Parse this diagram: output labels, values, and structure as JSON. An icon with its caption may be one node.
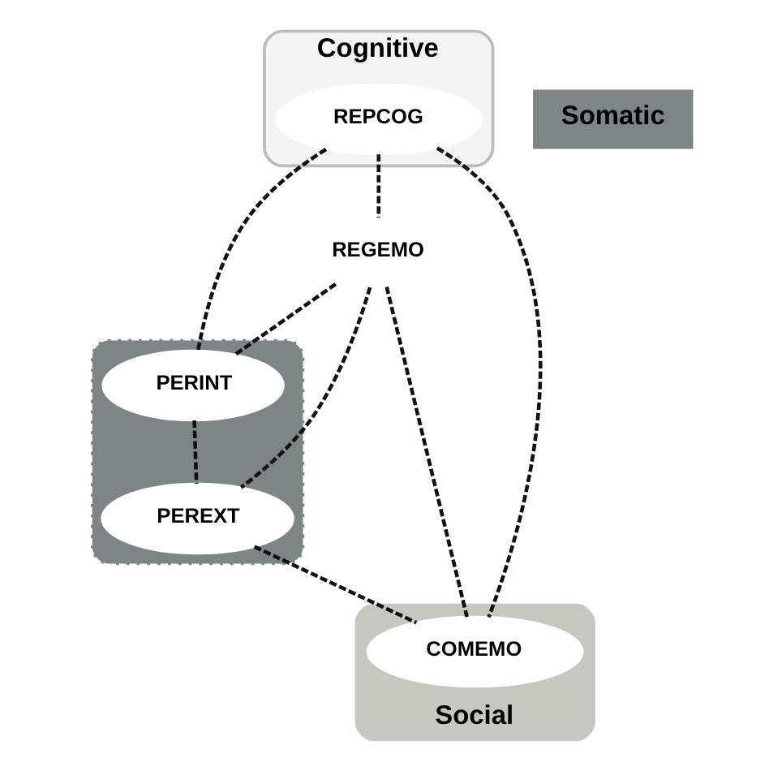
{
  "diagram": {
    "nodes": [
      {
        "text": [
          "Cognitive"
        ]
      },
      {
        "text": [
          "REPCOG"
        ],
        "in": 0
      },
      {
        "text": [
          "REGEMO"
        ]
      },
      {
        "text": [
          "Somatic"
        ]
      },
      {
        "text": [],
        "shape": "ellipse"
      },
      {
        "text": [
          "PERINT"
        ],
        "in": 4
      },
      {
        "text": [
          "PEREXT"
        ],
        "in": 4
      },
      {
        "text": [
          "Social"
        ]
      },
      {
        "text": [
          "COMEMO"
        ],
        "in": 7
      }
    ],
    "edges": [
      {
        "from": 1,
        "to": 5,
        "arrow": "none",
        "style": "dashed"
      },
      {
        "from": 1,
        "to": 2,
        "arrow": "none",
        "style": "dashed"
      },
      {
        "from": 1,
        "to": 8,
        "arrow": "none",
        "style": "dashed"
      },
      {
        "from": 2,
        "to": 5,
        "arrow": "none",
        "style": "dashed"
      },
      {
        "from": 2,
        "to": 8,
        "arrow": "none",
        "style": "dashed"
      },
      {
        "from": 2,
        "to": 6,
        "arrow": "none",
        "style": "dashed"
      },
      {
        "from": 5,
        "to": 6,
        "arrow": "none",
        "style": "dashed"
      },
      {
        "from": 6,
        "to": 8,
        "arrow": "none",
        "style": "dashed"
      }
    ]
  }
}
